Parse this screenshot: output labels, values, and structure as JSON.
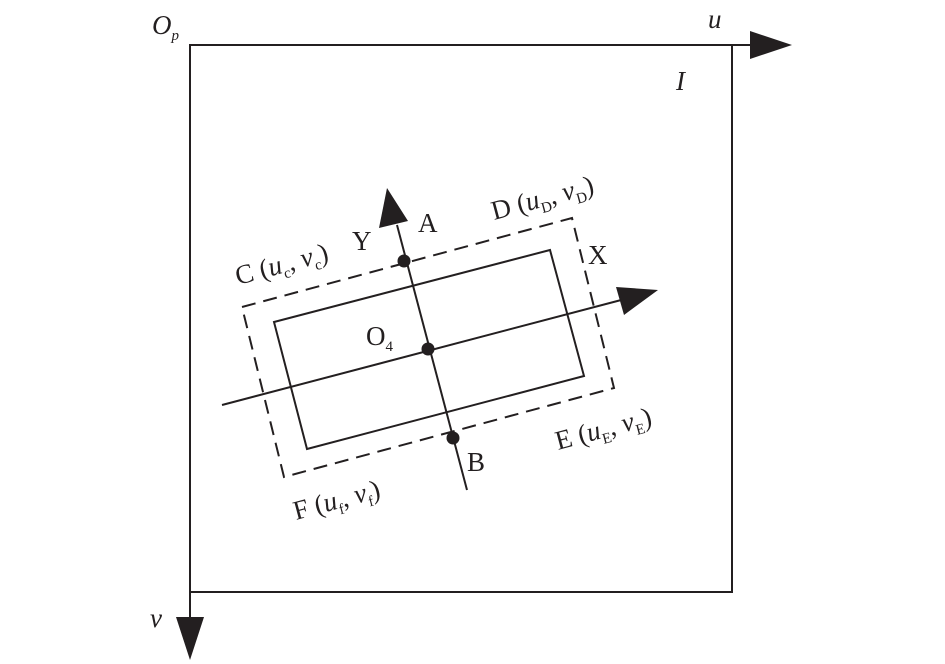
{
  "image_frame": {
    "origin": "O",
    "origin_subscript": "p",
    "u_axis": "u",
    "v_axis": "v",
    "image_label": "I"
  },
  "target": {
    "y_axis": "Y",
    "x_axis": "X",
    "center": "O",
    "center_subscript": "4",
    "point_a": "A",
    "point_b": "B"
  },
  "corners": {
    "c": {
      "name": "C",
      "u": "u",
      "u_sub": "c",
      "v": "v",
      "v_sub": "c"
    },
    "d": {
      "name": "D",
      "u": "u",
      "u_sub": "D",
      "v": "v",
      "v_sub": "D"
    },
    "e": {
      "name": "E",
      "u": "u",
      "u_sub": "E",
      "v": "v",
      "v_sub": "E"
    },
    "f": {
      "name": "F",
      "u": "u",
      "u_sub": "f",
      "v": "v",
      "v_sub": "f"
    }
  }
}
